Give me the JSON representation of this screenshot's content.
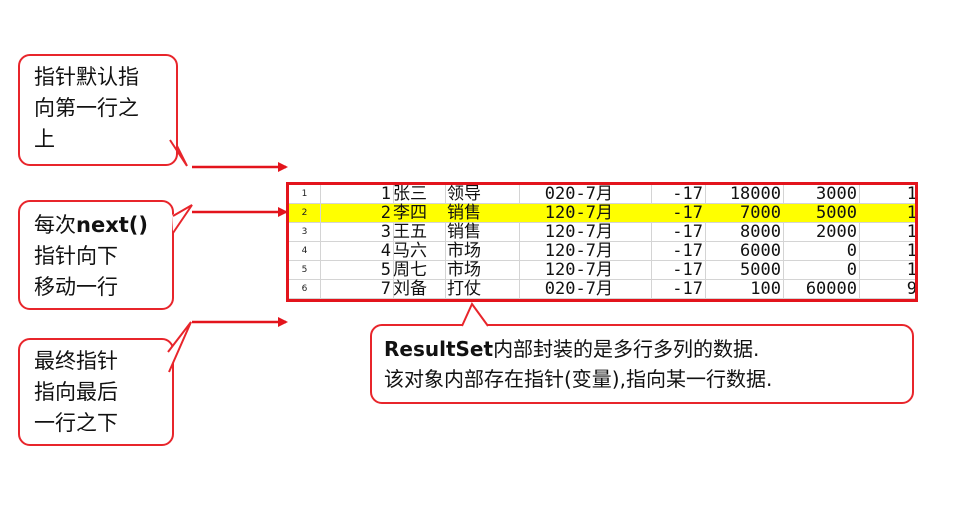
{
  "callouts": {
    "top": "指针默认指\n向第一行之\n上",
    "middle_prefix": "每次",
    "middle_bold": "next()",
    "middle_rest": "\n指针向下\n移动一行",
    "bottom": "最终指针\n指向最后\n一行之下",
    "resultset_bold": "ResultSet",
    "resultset_line1": "内部封装的是多行多列的数据.",
    "resultset_line2": "该对象内部存在指针(变量),指向某一行数据."
  },
  "colors": {
    "border": "#e8252b",
    "highlight": "#ffff00",
    "arrow": "#e3141c"
  },
  "table": {
    "highlighted_row": 2,
    "rows": [
      {
        "num": "1",
        "id": "1",
        "name": "张三",
        "dept": "领导",
        "flag": "0",
        "date": "20-7月",
        "day": "-17",
        "salary": "18000",
        "bonus": "3000",
        "dept_id": "1"
      },
      {
        "num": "2",
        "id": "2",
        "name": "李四",
        "dept": "销售",
        "flag": "1",
        "date": "20-7月",
        "day": "-17",
        "salary": "7000",
        "bonus": "5000",
        "dept_id": "1"
      },
      {
        "num": "3",
        "id": "3",
        "name": "王五",
        "dept": "销售",
        "flag": "1",
        "date": "20-7月",
        "day": "-17",
        "salary": "8000",
        "bonus": "2000",
        "dept_id": "1"
      },
      {
        "num": "4",
        "id": "4",
        "name": "马六",
        "dept": "市场",
        "flag": "1",
        "date": "20-7月",
        "day": "-17",
        "salary": "6000",
        "bonus": "0",
        "dept_id": "1"
      },
      {
        "num": "5",
        "id": "5",
        "name": "周七",
        "dept": "市场",
        "flag": "1",
        "date": "20-7月",
        "day": "-17",
        "salary": "5000",
        "bonus": "0",
        "dept_id": "1"
      },
      {
        "num": "6",
        "id": "7",
        "name": "刘备",
        "dept": "打仗",
        "flag": "0",
        "date": "20-7月",
        "day": "-17",
        "salary": "100",
        "bonus": "60000",
        "dept_id": "9"
      }
    ]
  }
}
